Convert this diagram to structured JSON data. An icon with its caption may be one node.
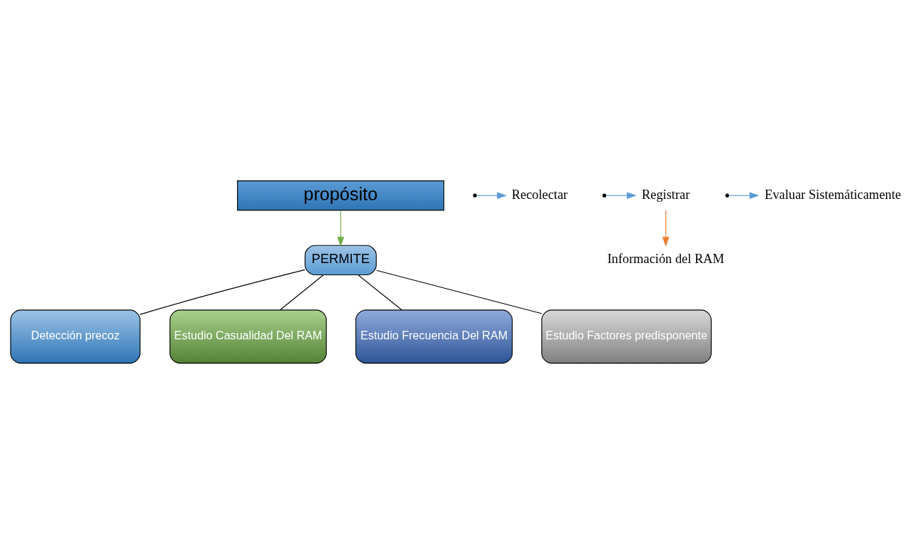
{
  "diagram": {
    "nodes": [
      {
        "text": [
          "propósito"
        ]
      },
      {
        "text": [
          "Recolectar"
        ]
      },
      {
        "text": [
          "Registrar"
        ]
      },
      {
        "text": [
          "Evaluar Sistemáticamente"
        ]
      },
      {
        "text": [
          "Información del RAM"
        ]
      },
      {
        "text": [
          "PERMITE"
        ]
      },
      {
        "text": [
          "Detección precoz"
        ]
      },
      {
        "text": [
          "Estudio Casualidad Del RAM"
        ]
      },
      {
        "text": [
          "Estudio Frecuencia Del RAM"
        ]
      },
      {
        "text": [
          "Estudio Factores predisponente"
        ]
      }
    ],
    "edges": [
      {
        "from": null,
        "to": 1,
        "arrow": "to",
        "color": "#5b9bd5"
      },
      {
        "from": null,
        "to": 2,
        "arrow": "to",
        "color": "#5b9bd5"
      },
      {
        "from": null,
        "to": 3,
        "arrow": "to",
        "color": "#5b9bd5"
      },
      {
        "from": 2,
        "to": 4,
        "arrow": "to",
        "color": "#ed7d31"
      },
      {
        "from": 0,
        "to": 5,
        "arrow": "to",
        "color": "#70ad47"
      },
      {
        "from": 5,
        "to": 6,
        "arrow": "none"
      },
      {
        "from": 5,
        "to": 7,
        "arrow": "none"
      },
      {
        "from": 5,
        "to": 8,
        "arrow": "none"
      },
      {
        "from": 5,
        "to": 9,
        "arrow": "none"
      }
    ]
  }
}
